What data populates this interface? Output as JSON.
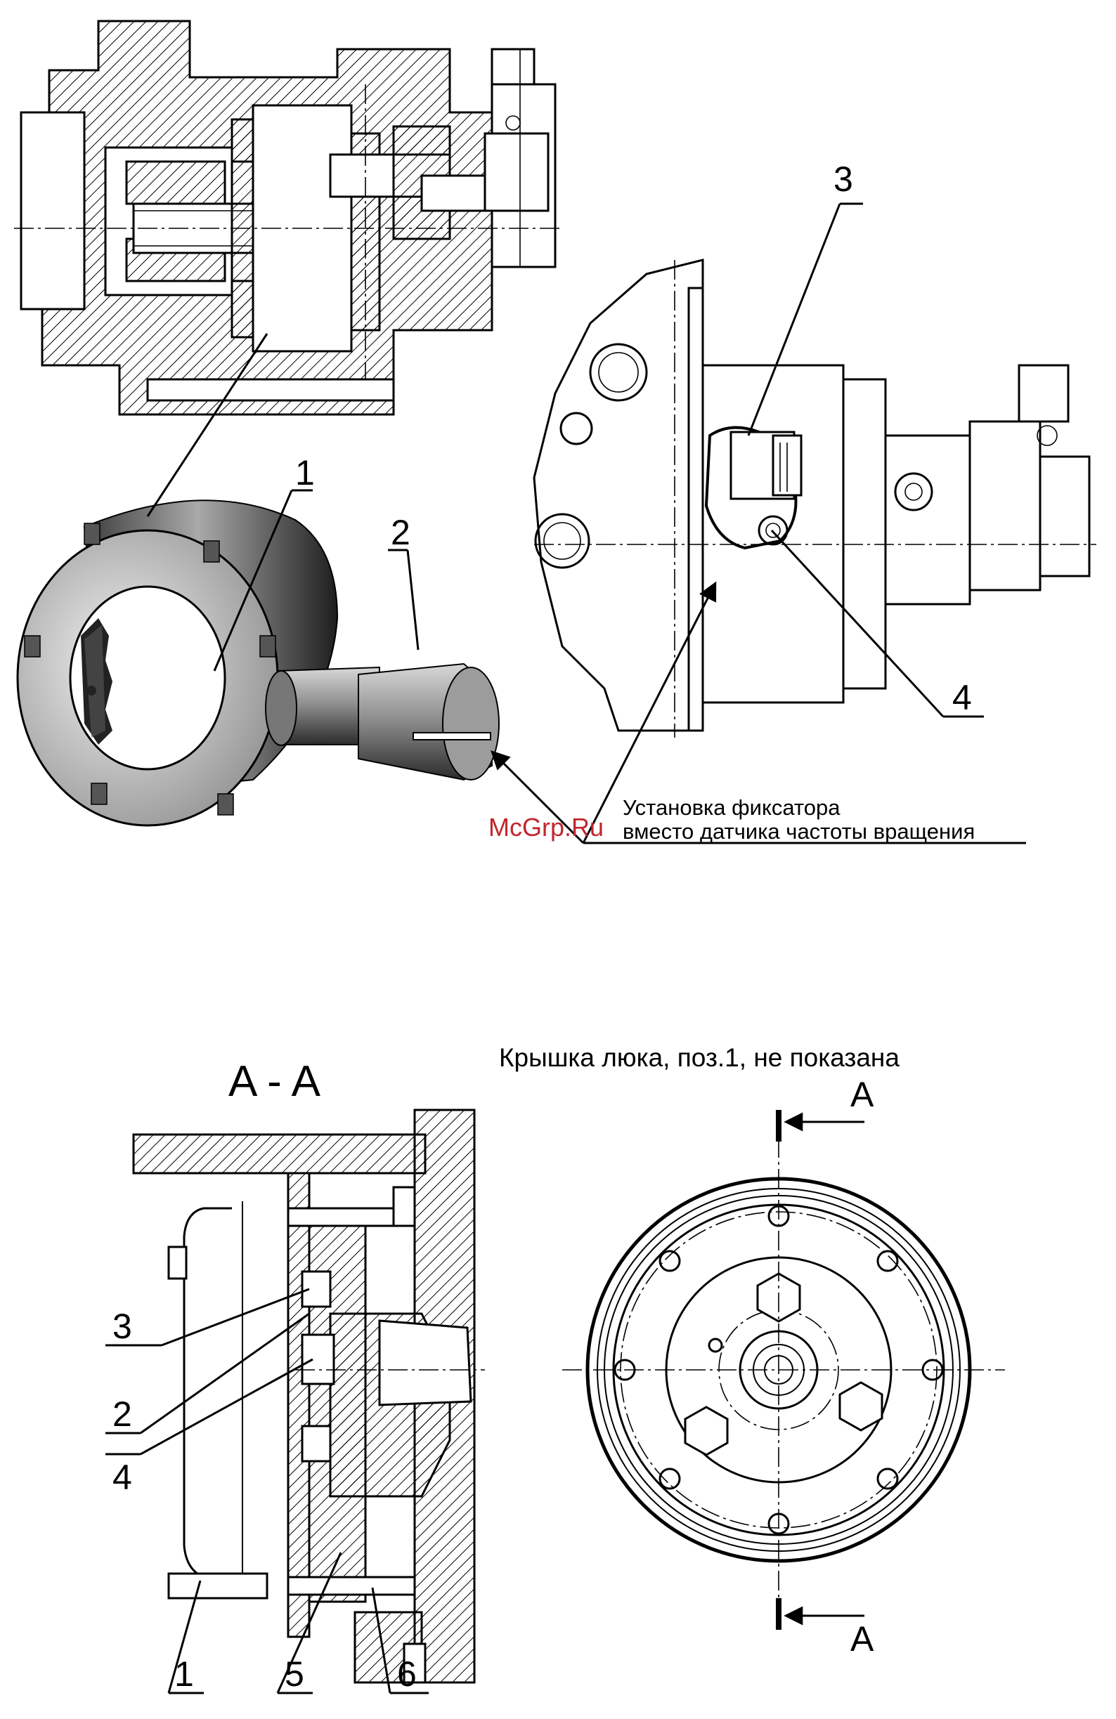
{
  "top": {
    "callouts": [
      "1",
      "2",
      "3",
      "4"
    ],
    "caption_line1": "Установка фиксатора",
    "caption_line2": "вместо датчика частоты вращения"
  },
  "watermark": "McGrp.Ru",
  "bottom": {
    "section_title": "A - A",
    "note": "Крышка люка, поз.1, не показана",
    "section_mark_top": "A",
    "section_mark_bottom": "A",
    "callouts": [
      "3",
      "2",
      "4",
      "1",
      "5",
      "6"
    ]
  }
}
